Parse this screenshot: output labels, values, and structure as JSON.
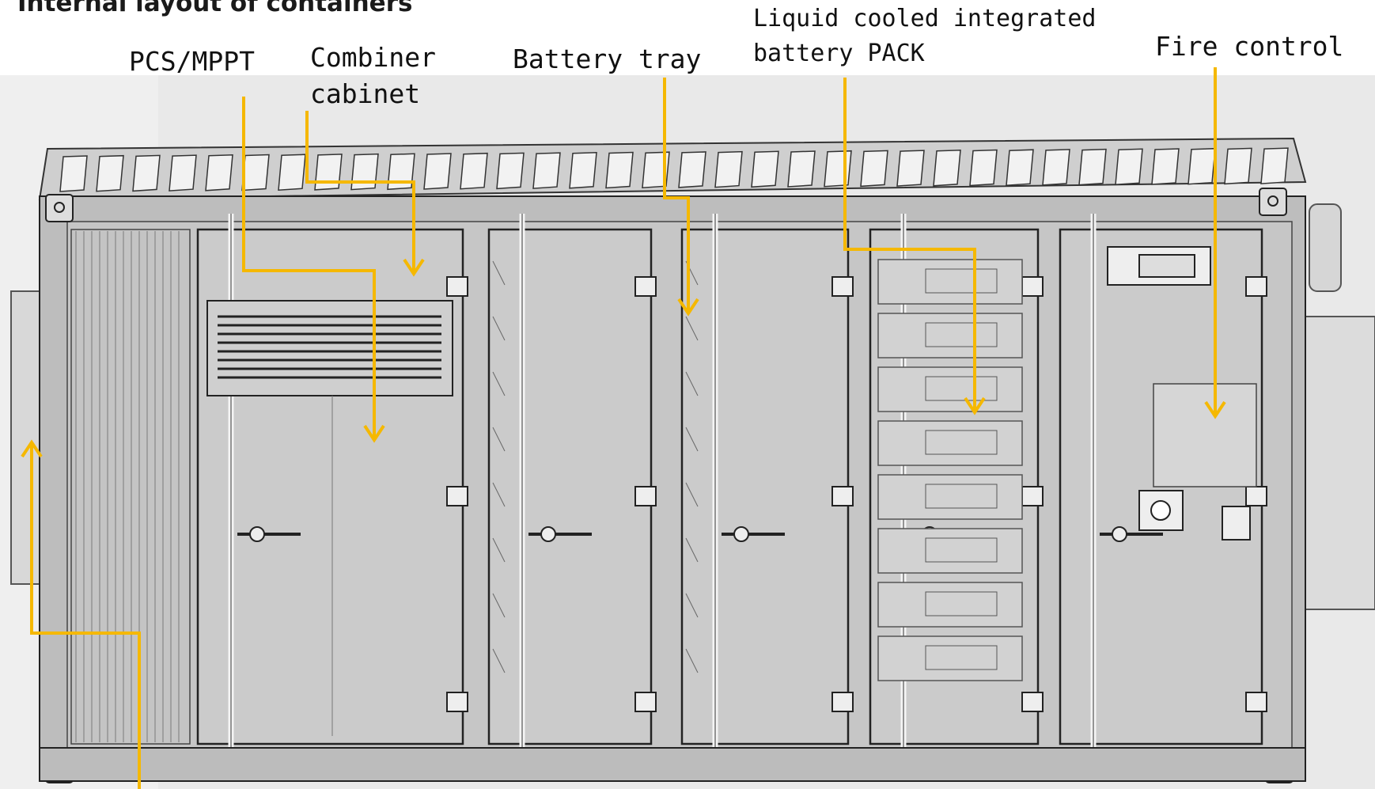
{
  "title": "Internal layout of containers",
  "labels": {
    "pcs_mppt": "PCS/MPPT",
    "combiner_cabinet": "Combiner\ncabinet",
    "battery_tray": "Battery tray",
    "liquid_cooled_pack": "Liquid cooled integrated\nbattery PACK",
    "fire_control": "Fire control"
  },
  "colors": {
    "callout_line": "#f5b800",
    "container_fill": "#c9c9c9",
    "frame_fill": "#b3b3b3",
    "outline": "#333333",
    "background_shade": "#e6e6e6"
  }
}
